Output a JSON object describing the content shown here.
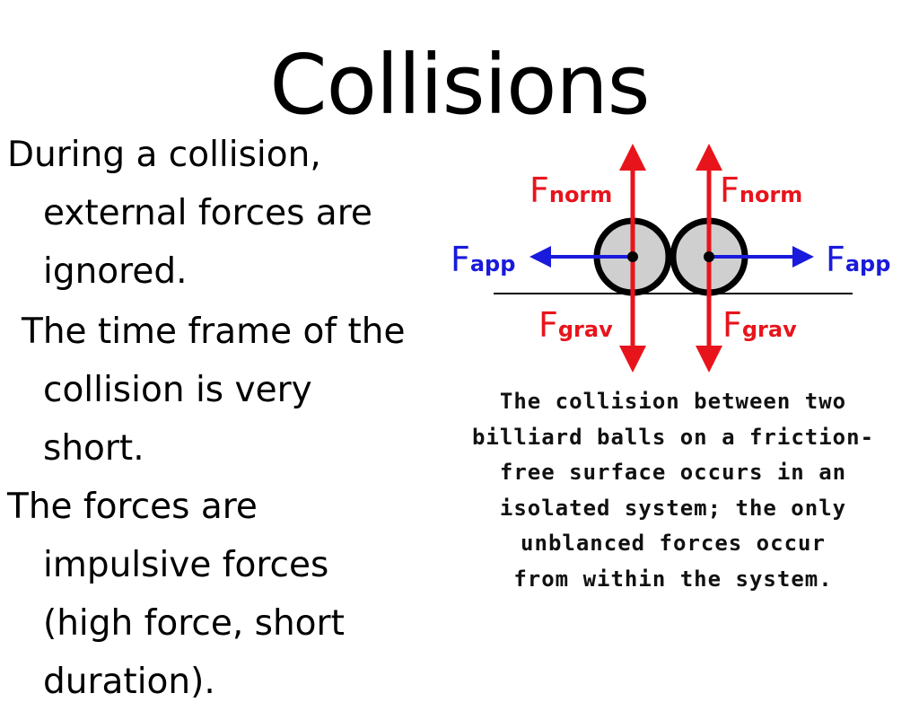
{
  "slide": {
    "title": "Collisions",
    "bullets": [
      "During a collision, external forces are ignored.",
      "The time frame of the collision is very short.",
      "The forces are impulsive forces (high force, short duration)."
    ]
  },
  "diagram": {
    "labels": {
      "norm_left_main": "F",
      "norm_left_sub": "norm",
      "norm_right_main": "F",
      "norm_right_sub": "norm",
      "app_left_main": "F",
      "app_left_sub": "app",
      "app_right_main": "F",
      "app_right_sub": "app",
      "grav_left_main": "F",
      "grav_left_sub": "grav",
      "grav_right_main": "F",
      "grav_right_sub": "grav"
    },
    "caption_lines": [
      "The collision between two",
      "billiard balls on a friction-",
      "free surface occurs in an",
      "isolated system;  the only",
      "unblanced forces occur",
      "from within the system."
    ],
    "colors": {
      "normal_gravity_arrow": "#e8141c",
      "applied_arrow": "#1a1adc",
      "ball_fill": "#cfcfcf",
      "ball_stroke": "#000000"
    }
  }
}
